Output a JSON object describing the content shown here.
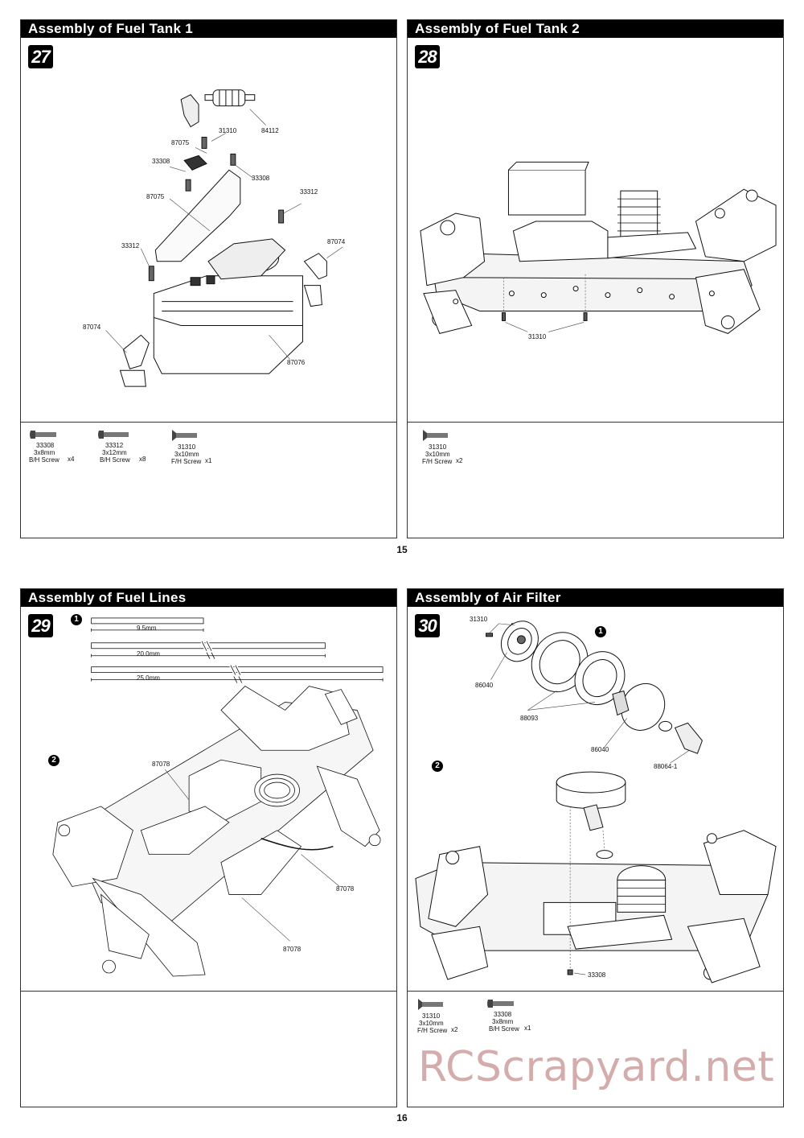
{
  "pages": {
    "top": "15",
    "bottom": "16"
  },
  "watermark": "RCScrapyard.net",
  "panels": {
    "p27": {
      "title": "Assembly of Fuel Tank 1",
      "step": "27",
      "callouts": [
        "84112",
        "31310",
        "87075",
        "33308",
        "33308",
        "87075",
        "33312",
        "33312",
        "87074",
        "87074",
        "87076"
      ],
      "hardware": [
        {
          "part": "33308",
          "size": "3x8mm",
          "type": "B/H Screw",
          "qty": "x4"
        },
        {
          "part": "33312",
          "size": "3x12mm",
          "type": "B/H Screw",
          "qty": "x8"
        },
        {
          "part": "31310",
          "size": "3x10mm",
          "type": "F/H Screw",
          "qty": "x1"
        }
      ]
    },
    "p28": {
      "title": "Assembly of Fuel Tank 2",
      "step": "28",
      "callouts": [
        "31310"
      ],
      "hardware": [
        {
          "part": "31310",
          "size": "3x10mm",
          "type": "F/H Screw",
          "qty": "x2"
        }
      ]
    },
    "p29": {
      "title": "Assembly of Fuel Lines",
      "step": "29",
      "substeps": [
        "1",
        "2"
      ],
      "measures": [
        "9.5mm",
        "20.0mm",
        "25.0mm"
      ],
      "callouts": [
        "87078",
        "87078",
        "87078"
      ]
    },
    "p30": {
      "title": "Assembly of Air Filter",
      "step": "30",
      "substeps": [
        "1",
        "2"
      ],
      "callouts": [
        "31310",
        "86040",
        "88093",
        "86040",
        "88064-1",
        "33308"
      ],
      "hardware": [
        {
          "part": "31310",
          "size": "3x10mm",
          "type": "F/H Screw",
          "qty": "x2"
        },
        {
          "part": "33308",
          "size": "3x8mm",
          "type": "B/H Screw",
          "qty": "x1"
        }
      ]
    }
  }
}
